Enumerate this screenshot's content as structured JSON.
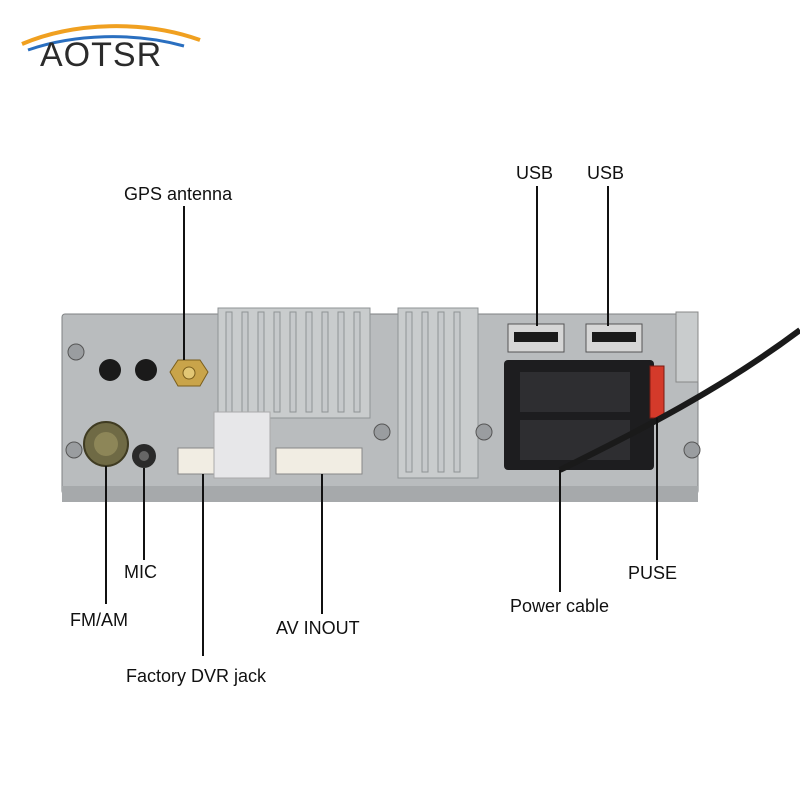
{
  "brand": {
    "name": "AOTSR"
  },
  "labels": {
    "gps": "GPS antenna",
    "usb_left": "USB",
    "usb_right": "USB",
    "mic": "MIC",
    "fm_am": "FM/AM",
    "factory_dvr": "Factory DVR jack",
    "av_inout": "AV INOUT",
    "power_cable": "Power cable",
    "fuse": "PUSE"
  },
  "colors": {
    "panel": "#b9bcbe",
    "panel_dark": "#8f9395",
    "connector_black": "#1d1d1f",
    "fuse_red": "#d43a2a",
    "brand_arc": "#f0a020",
    "brand_arc2": "#2a6fc0"
  }
}
